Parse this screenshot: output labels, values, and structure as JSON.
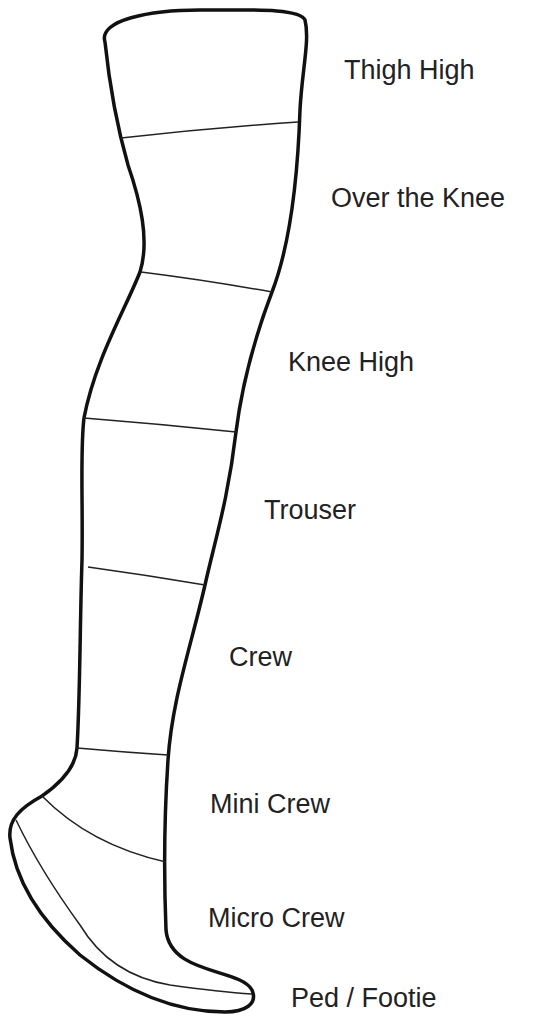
{
  "diagram": {
    "labels": [
      "Thigh High",
      "Over the Knee",
      "Knee High",
      "Trouser",
      "Crew",
      "Mini Crew",
      "Micro Crew",
      "Ped / Footie"
    ]
  }
}
